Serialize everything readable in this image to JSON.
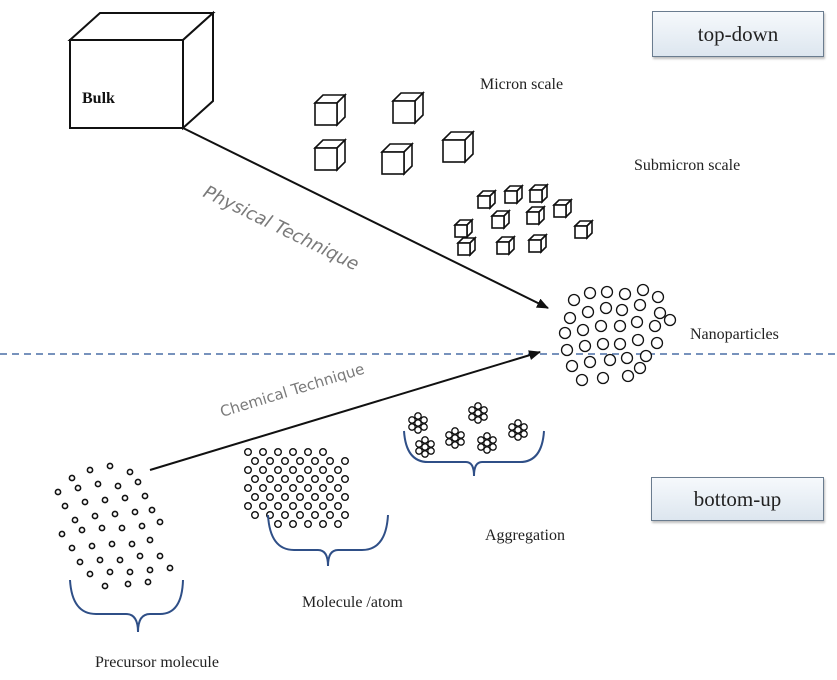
{
  "labels": {
    "top_down": "top-down",
    "bottom_up": "bottom-up",
    "bulk": "Bulk",
    "micron_scale": "Micron scale",
    "submicron_scale": "Submicron scale",
    "nanoparticles": "Nanoparticles",
    "physical_technique": "Physical Technique",
    "chemical_technique": "Chemical Technique",
    "aggregation": "Aggregation",
    "molecule_atom": "Molecule /atom",
    "precursor_molecule": "Precursor molecule"
  },
  "colors": {
    "line": "#111111",
    "dashed_divider": "#4a6fa5",
    "technique_text": "#7a7a7a",
    "label_box_border": "#6a7c8f"
  }
}
